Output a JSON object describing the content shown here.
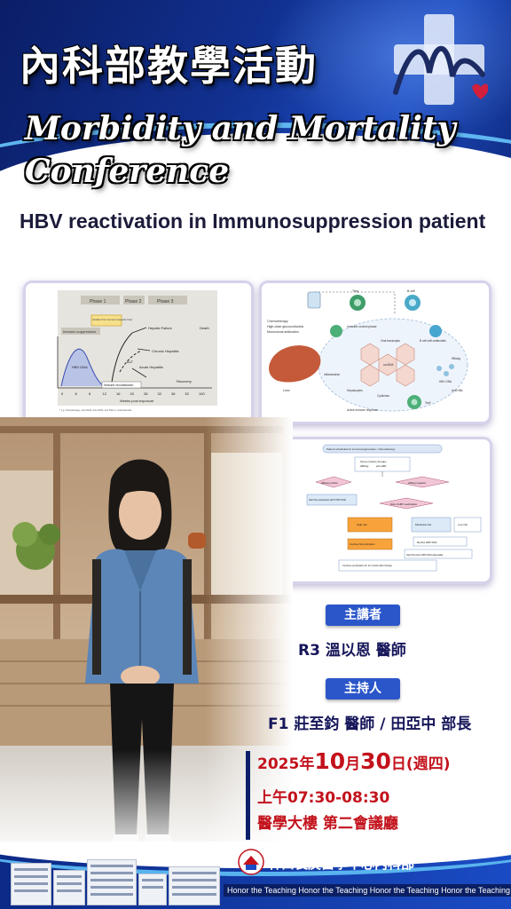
{
  "header": {
    "title_zh": "內科部教學活動",
    "title_en_line1": "Morbidity and Mortality",
    "title_en_line2": "Conference",
    "subtitle": "HBV reactivation in Immunosuppression patient"
  },
  "figures": {
    "fig1": {
      "phases": [
        "Phase 1",
        "Phase 2",
        "Phase 3"
      ],
      "labels": {
        "variable": "Variable Time Interval to Hepatitis Flare",
        "immuno": "Immuno suppression",
        "dna": "HBV DNA",
        "alt": "ALT",
        "failure": "Hepatic Failure",
        "death": "Death",
        "chronic": "Chronic Hepatitis",
        "acute": "Acute Hepatitis",
        "recovery": "Recovery",
        "recon": "Immune reconstitution",
        "xlabel": "Weeks post exposure",
        "footnote": "* e.g. chemotherapy, anti-CD20, anti-CD52, anti TNF-α, corticosteroids"
      },
      "ticks": [
        "0",
        "8",
        "8",
        "12",
        "16",
        "20",
        "28",
        "32",
        "36",
        "52",
        "100"
      ]
    },
    "fig2": {
      "labels": [
        "Chemotherapy",
        "High-dose glucocorticoids",
        "Monoclonal antibodies",
        "Treg",
        "B-cell",
        "Immune control phase",
        "B cell with antibodies",
        "Liver",
        "Viral transcripts",
        "cccDNA",
        "HBV DNA",
        "Hepatocytes",
        "Inflammation",
        "Cytokines",
        "Active immune response",
        "Tcell",
        "HBsAg",
        "Anti-HBs"
      ]
    },
    "fig3": {
      "labels": [
        "Patient scheduled for immunosuppression / chemotherapy",
        "Screen before therapy",
        "HBsAg",
        "anti-HBc",
        "HBsAg positive",
        "HBsAg negative",
        "Start NA prophylaxis (ETV/TDF/TAF)",
        "Risk of HBV reactivation",
        "High risk",
        "Moderate risk",
        "Low risk",
        "Monitor HBV DNA",
        "Continue NA prophylaxis",
        "Start NA when HBV DNA detectable",
        "Continue prophylaxis for 12 months after therapy"
      ]
    }
  },
  "details": {
    "speaker_tag": "主講者",
    "speaker": "R3 溫以恩 醫師",
    "host_tag": "主持人",
    "host": "F1 莊至鈞 醫師 / 田亞中 部長",
    "date_year": "2025",
    "date_nian": "年",
    "date_month": "10",
    "date_yue": "月",
    "date_day": "30",
    "date_ri": "日(週四)",
    "time": "上午07:30-08:30",
    "venue": "醫學大樓 第二會議廳"
  },
  "footer": {
    "org": "林口長庚醫學中心內科部",
    "ribbon": "Honor the Teaching  Honor the Teaching  Honor the Teaching  Honor the Teaching"
  },
  "colors": {
    "header_blue": "#11308f",
    "accent_red": "#c3121c",
    "tag_blue": "#2b56c9",
    "text_navy": "#16165a"
  }
}
